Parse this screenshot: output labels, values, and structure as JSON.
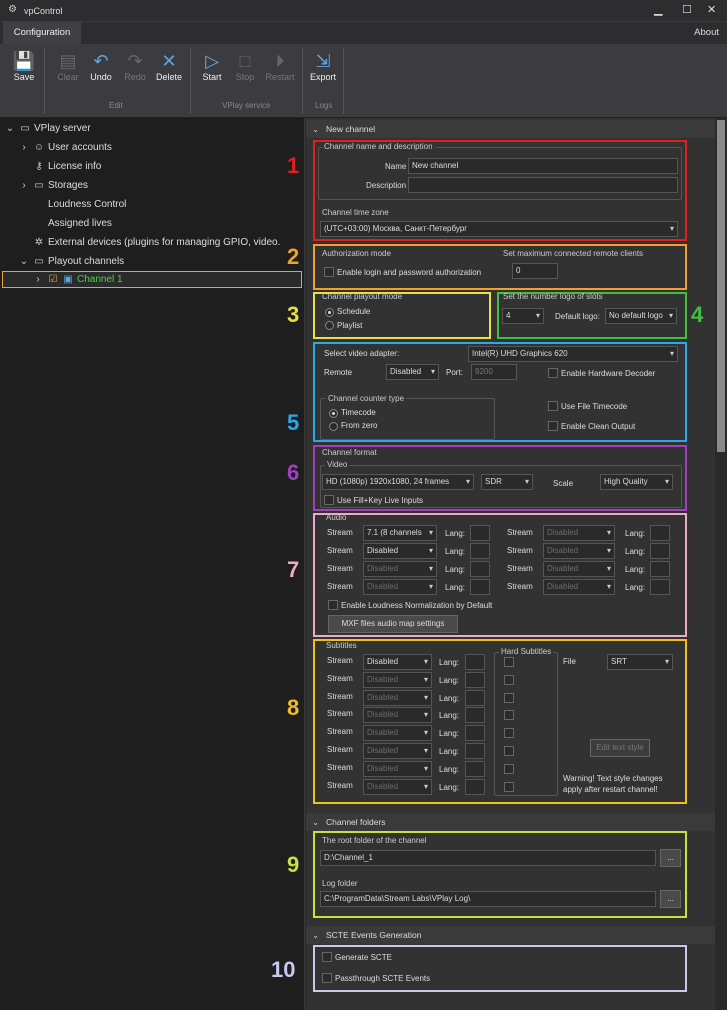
{
  "app": {
    "title": "vpControl",
    "about": "About",
    "tab": "Configuration"
  },
  "ribbon": {
    "save": "Save",
    "clear": "Clear",
    "undo": "Undo",
    "redo": "Redo",
    "delete": "Delete",
    "start": "Start",
    "stop": "Stop",
    "restart": "Restart",
    "export": "Export",
    "group_edit": "Edit",
    "group_service": "VPlay service",
    "group_logs": "Logs"
  },
  "tree": {
    "root": "VPlay server",
    "user_accounts": "User accounts",
    "license": "License info",
    "storages": "Storages",
    "loudness": "Loudness Control",
    "assigned": "Assigned lives",
    "external": "External devices (plugins for managing GPIO, video.",
    "playout": "Playout channels",
    "channel1": "Channel 1"
  },
  "new_channel": {
    "header": "New channel",
    "name_desc": "Channel name and description",
    "name_label": "Name",
    "name_value": "New channel",
    "desc_label": "Description",
    "desc_value": "",
    "tz_legend": "Channel time zone",
    "tz_value": "(UTC+03:00) Москва, Санкт-Петербург"
  },
  "auth": {
    "legend": "Authorization mode",
    "enable": "Enable login and password authorization",
    "max_legend": "Set maximum connected remote clients",
    "max_value": "0"
  },
  "playout": {
    "legend": "Channel playout mode",
    "schedule": "Schedule",
    "playlist": "Playlist",
    "slots_legend": "Set the number logo of slots",
    "slots_value": "4",
    "default_logo_label": "Default logo:",
    "default_logo_value": "No default logo"
  },
  "video_adapter": {
    "label": "Select video adapter:",
    "value": "Intel(R) UHD Graphics 620",
    "remote_label": "Remote",
    "remote_value": "Disabled",
    "port_label": "Port:",
    "port_value": "9200",
    "hw_decoder": "Enable Hardware Decoder",
    "counter_legend": "Channel counter type",
    "timecode": "Timecode",
    "from_zero": "From zero",
    "file_tc": "Use File Timecode",
    "clean_out": "Enable Clean Output"
  },
  "format": {
    "legend": "Channel format",
    "video_legend": "Video",
    "video_value": "HD (1080p) 1920x1080, 24 frames",
    "dr_value": "SDR",
    "scale_label": "Scale",
    "scale_value": "High Quality",
    "fillkey": "Use Fill+Key Live Inputs"
  },
  "audio": {
    "legend": "Audio",
    "stream_label": "Stream",
    "lang_label": "Lang:",
    "left": [
      "7.1 (8 channels",
      "Disabled",
      "Disabled",
      "Disabled"
    ],
    "right": [
      "Disabled",
      "Disabled",
      "Disabled",
      "Disabled"
    ],
    "loudness": "Enable Loudness Normalization by Default",
    "mxf_btn": "MXF files audio map settings"
  },
  "subtitles": {
    "legend": "Subtitles",
    "stream_label": "Stream",
    "lang_label": "Lang:",
    "streams": [
      "Disabled",
      "Disabled",
      "Disabled",
      "Disabled",
      "Disabled",
      "Disabled",
      "Disabled",
      "Disabled"
    ],
    "hard_legend": "Hard Subtitles",
    "file_label": "File",
    "file_value": "SRT",
    "edit_btn": "Edit text style",
    "warning": "Warning!  Text style changes apply after restart channel!"
  },
  "folders": {
    "header": "Channel folders",
    "root_legend": "The root folder of the channel",
    "root_value": "D:\\Channel_1",
    "log_legend": "Log folder",
    "log_value": "C:\\ProgramData\\Stream Labs\\VPlay Log\\",
    "browse": "..."
  },
  "scte": {
    "header": "SCTE Events Generation",
    "generate": "Generate SCTE",
    "passthrough": "Passthrough SCTE Events"
  },
  "markers": [
    "1",
    "2",
    "3",
    "4",
    "5",
    "6",
    "7",
    "8",
    "9",
    "10"
  ],
  "colors": {
    "m1": "#e02020",
    "m2": "#f0a030",
    "m3": "#e8e040",
    "m4": "#40c040",
    "m5": "#2aa8e8",
    "m6": "#a040c0",
    "m7": "#f0a8c8",
    "m8": "#f0c020",
    "m9": "#c8e040",
    "m10": "#c8c8f0"
  }
}
